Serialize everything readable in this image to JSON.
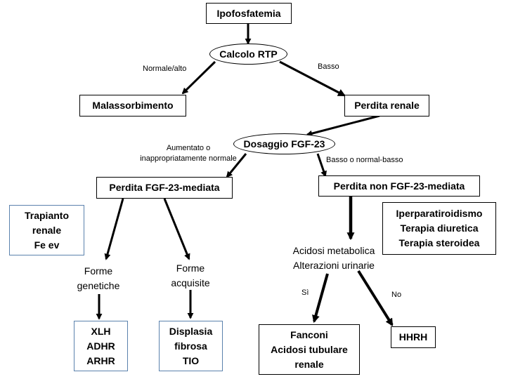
{
  "nodes": {
    "ipofosfatemia": "Ipofosfatemia",
    "calcolo_rtp": "Calcolo RTP",
    "malassorbimento": "Malassorbimento",
    "perdita_renale": "Perdita renale",
    "dosaggio_fgf23": "Dosaggio FGF-23",
    "perdita_fgf23_mediata": "Perdita FGF-23-mediata",
    "perdita_non_fgf23_mediata": "Perdita non FGF-23-mediata",
    "trapianto_lines": [
      "Trapianto",
      "renale",
      "Fe ev"
    ],
    "iperparatiroidismo_lines": [
      "Iperparatiroidismo",
      "Terapia diuretica",
      "Terapia steroidea"
    ],
    "forme_genetiche_lines": [
      "Forme",
      "genetiche"
    ],
    "forme_acquisite_lines": [
      "Forme",
      "acquisite"
    ],
    "acidosi_lines": [
      "Acidosi metabolica",
      "Alterazioni urinarie"
    ],
    "xlh_lines": [
      "XLH",
      "ADHR",
      "ARHR"
    ],
    "displasia_lines": [
      "Displasia",
      "fibrosa",
      "TIO"
    ],
    "fanconi_lines": [
      "Fanconi",
      "Acidosi tubulare",
      "renale"
    ],
    "hhrh": "HHRH"
  },
  "edge_labels": {
    "normale_alto": "Normale/alto",
    "basso": "Basso",
    "aumentato_lines": [
      "Aumentato o",
      "inappropriatamente normale"
    ],
    "basso_normal_basso": "Basso o normal-basso",
    "si": "Sì",
    "no": "No"
  },
  "colors": {
    "line": "#000000",
    "side_box_border": "#5b82ad"
  }
}
